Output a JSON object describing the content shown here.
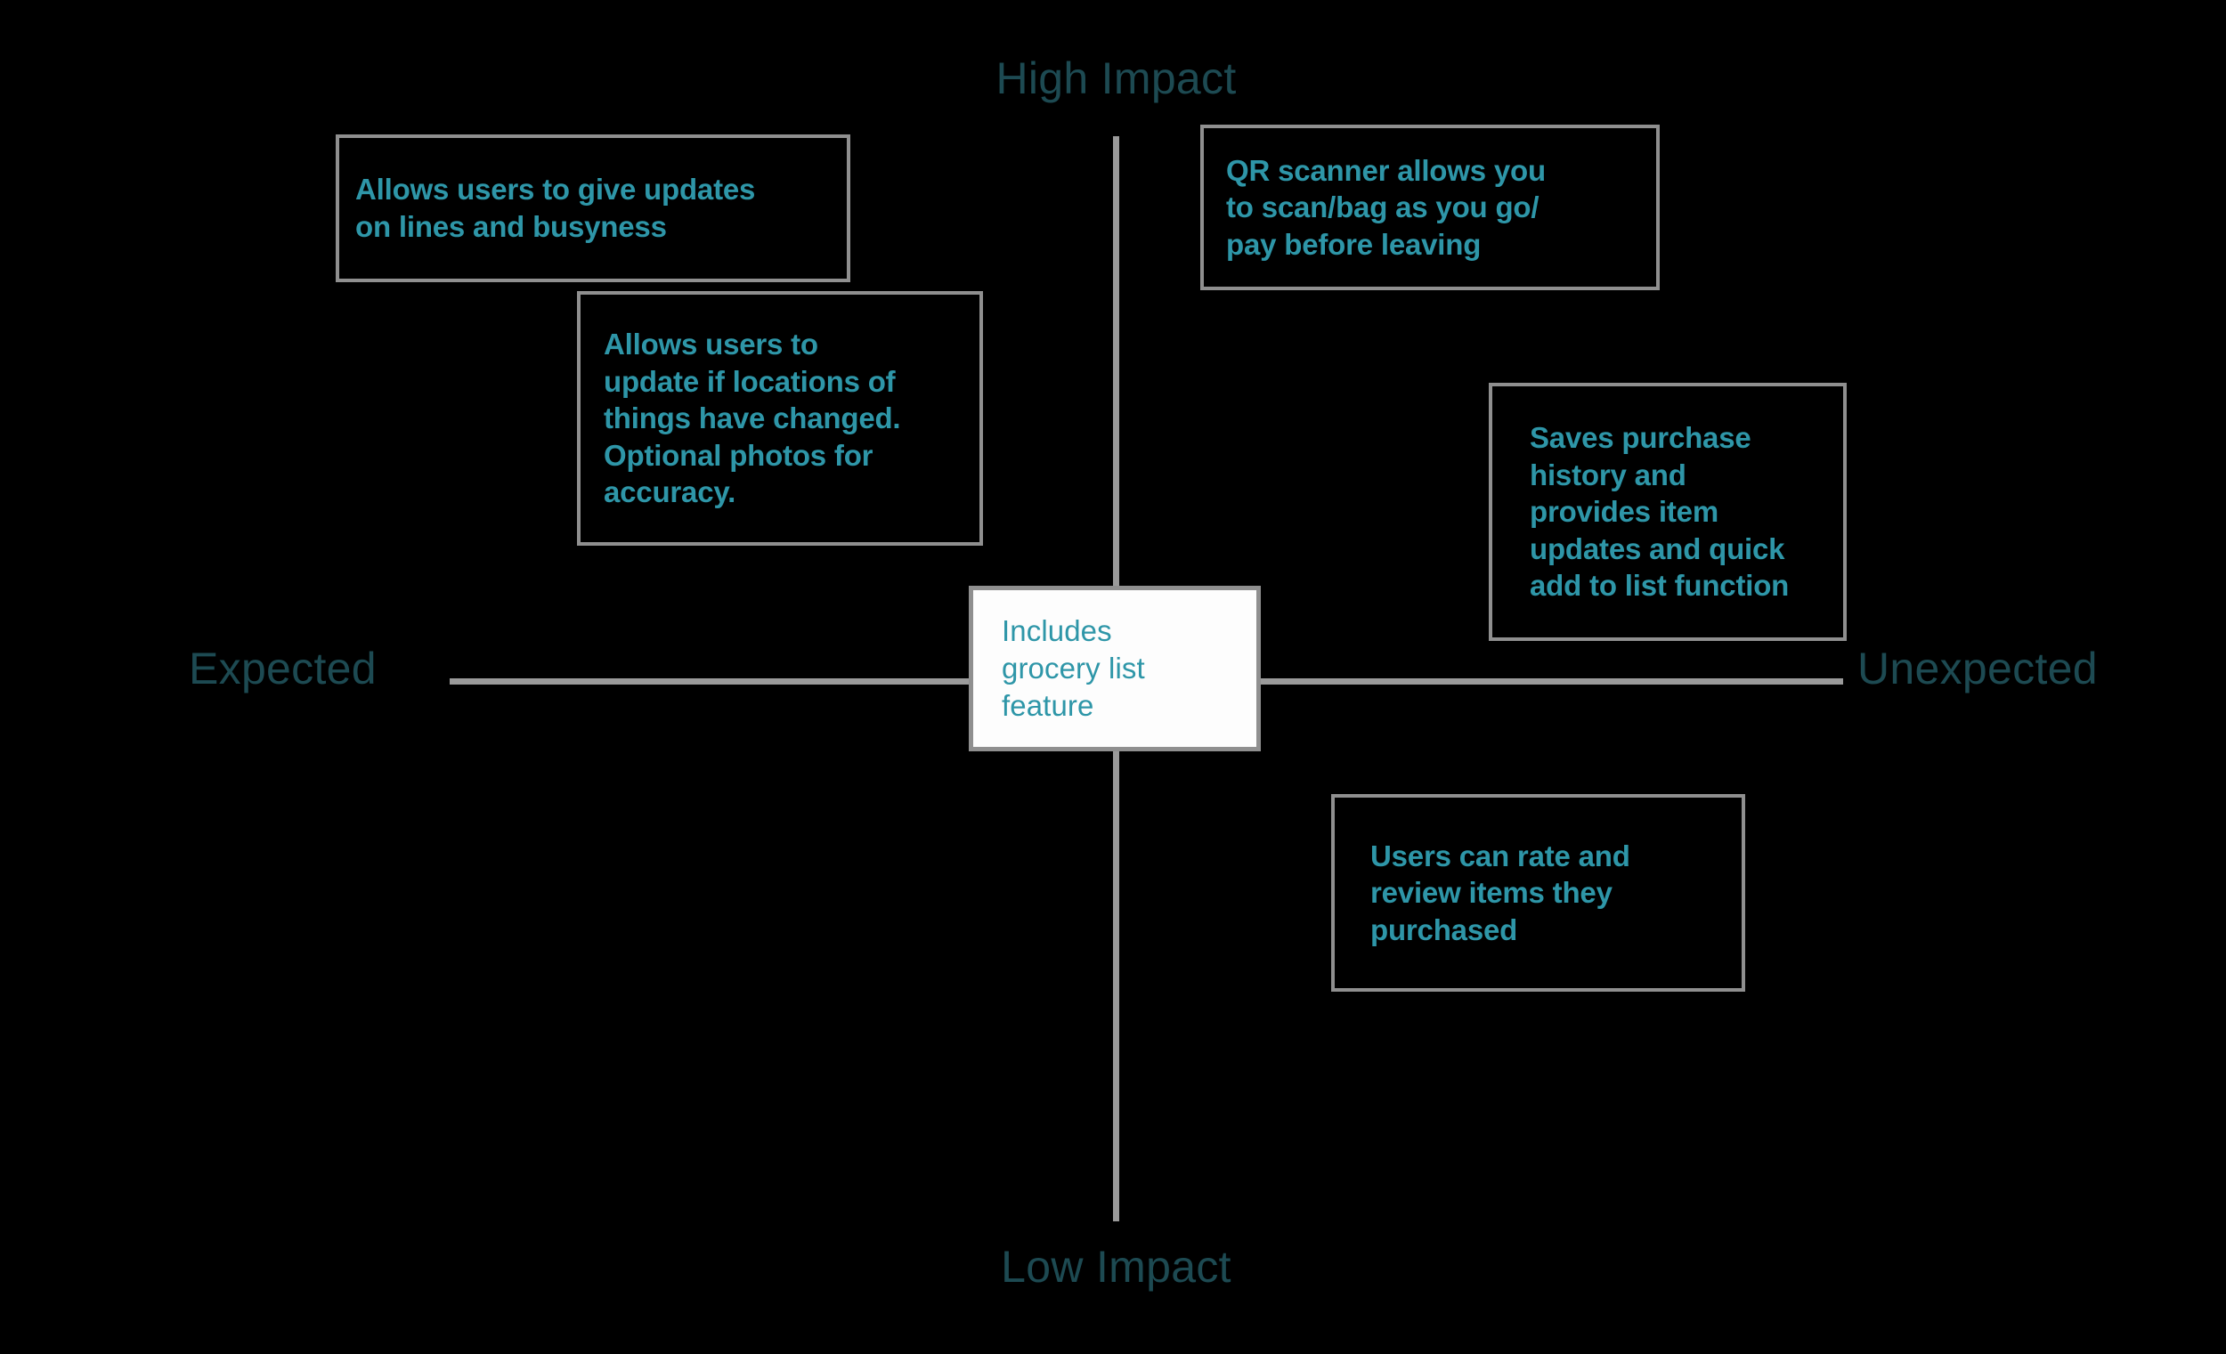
{
  "board": {
    "background_color": "#000000",
    "accent_color": "#2e96a8",
    "axis_label_color": "#1d4a52",
    "axis_line_color": "#9a9a9a",
    "border_color": "#8f8f8f"
  },
  "axes": {
    "top_label": "High Impact",
    "bottom_label": "Low Impact",
    "left_label": "Expected",
    "right_label": "Unexpected"
  },
  "notes": {
    "lines_busyness": "Allows users to give updates\non lines and busyness",
    "location_updates": "Allows users to\nupdate if locations of\nthings have changed.\nOptional photos for\naccuracy.",
    "qr_scanner": "QR scanner allows you\nto scan/bag as you go/\npay before leaving",
    "purchase_history": "Saves purchase\nhistory and\nprovides item\nupdates and quick\nadd to list function",
    "rate_review": "Users can rate and\nreview items they\npurchased",
    "grocery_list": "Includes\ngrocery list\nfeature"
  }
}
